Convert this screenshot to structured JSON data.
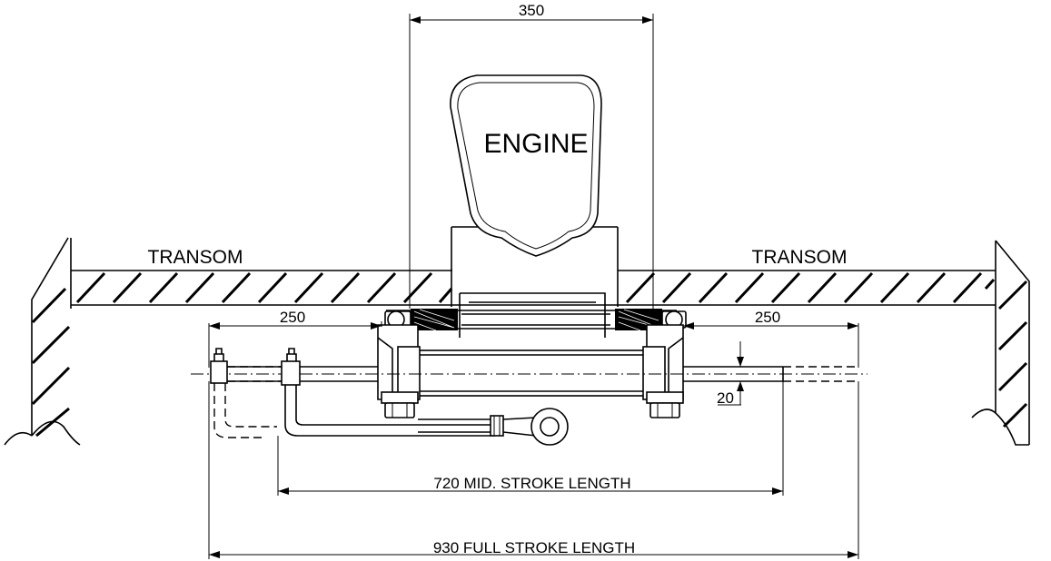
{
  "labels": {
    "engine": "ENGINE",
    "transom_left": "TRANSOM",
    "transom_right": "TRANSOM"
  },
  "dimensions": {
    "engine_width": "350",
    "left_offset": "250",
    "right_offset": "250",
    "rod_diameter": "20",
    "mid_stroke": "720 MID. STROKE LENGTH",
    "full_stroke": "930 FULL STROKE LENGTH"
  }
}
